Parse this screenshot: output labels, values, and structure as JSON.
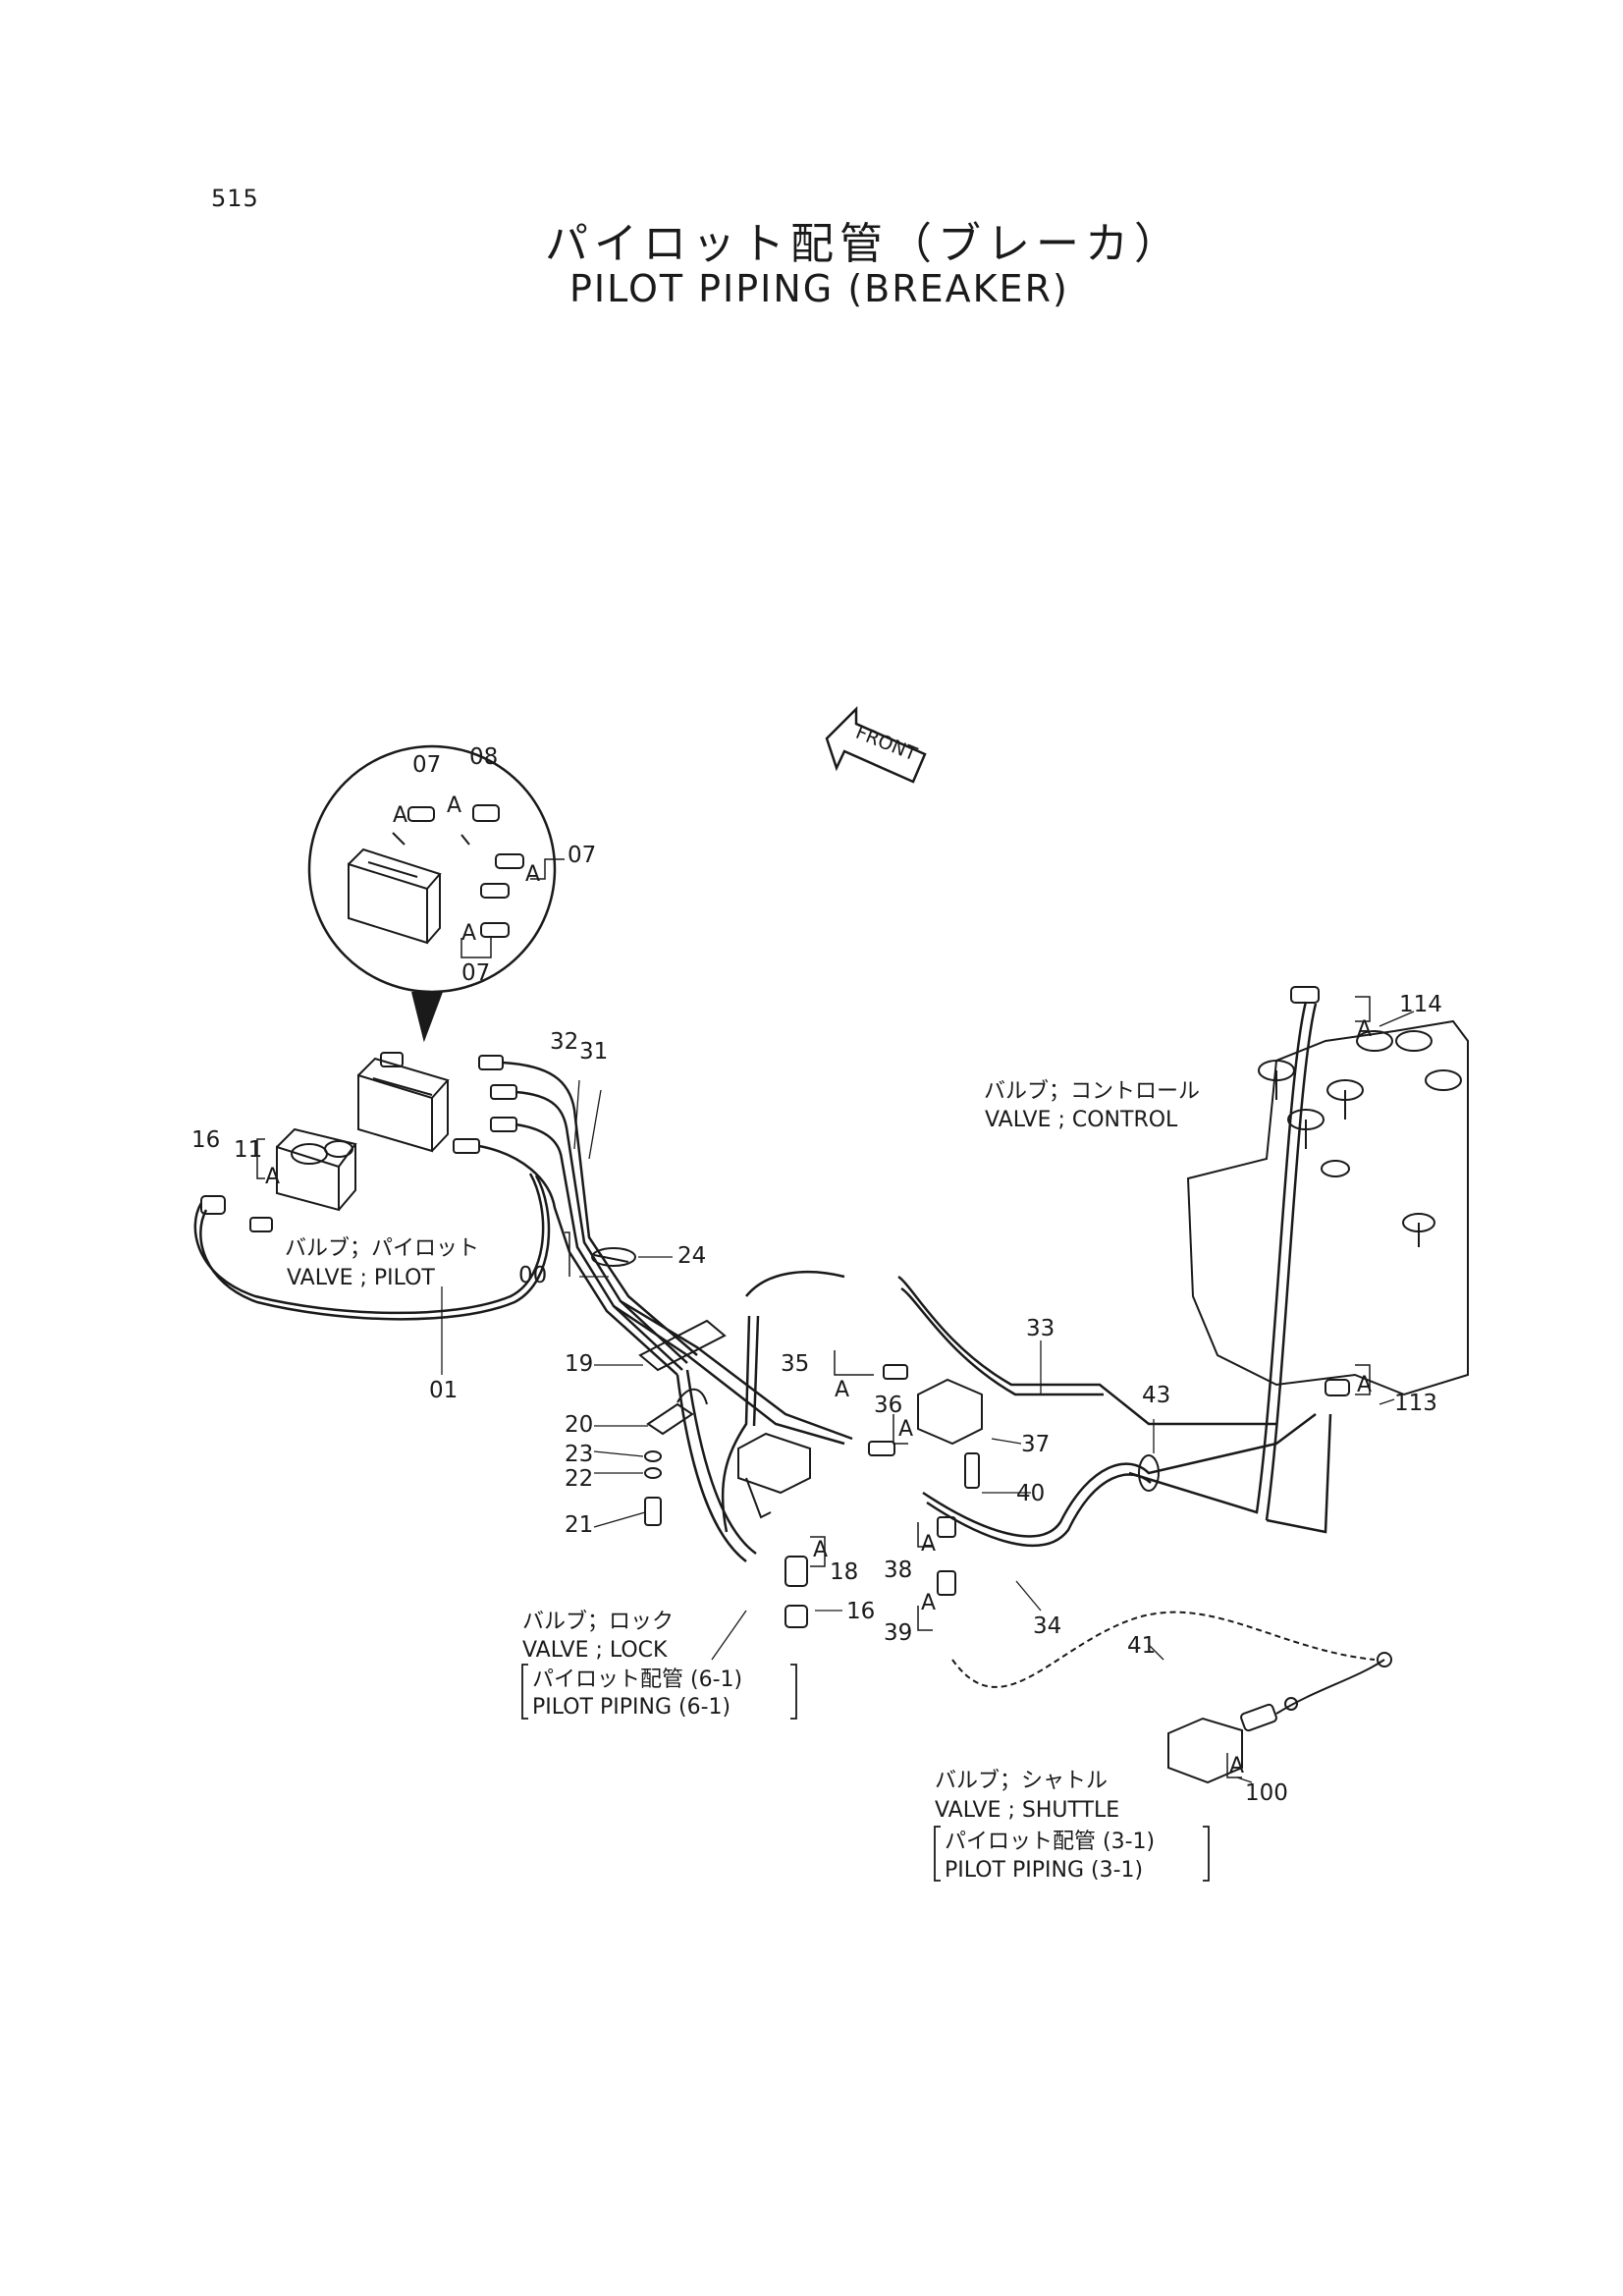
{
  "page_number": "515",
  "title_jp": "パイロット配管（ブレーカ）",
  "title_en": "PILOT PIPING (BREAKER)",
  "front_label": "FRONT",
  "components": {
    "pilot_valve": {
      "jp": "バルブ；パイロット",
      "en": "VALVE ; PILOT"
    },
    "control_valve": {
      "jp": "バルブ；コントロール",
      "en": "VALVE ; CONTROL"
    },
    "lock_valve": {
      "jp": "バルブ；ロック",
      "en": "VALVE ; LOCK",
      "ref_jp": "パイロット配管 (6-1)",
      "ref_en": "PILOT PIPING (6-1)"
    },
    "shuttle_valve": {
      "jp": "バルブ；シャトル",
      "en": "VALVE ; SHUTTLE",
      "ref_jp": "パイロット配管 (3-1)",
      "ref_en": "PILOT PIPING (3-1)"
    }
  },
  "detail_letter": "A",
  "part_numbers": {
    "p07a": "07",
    "p08": "08",
    "p07b": "07",
    "p07c": "07",
    "p32": "32",
    "p31": "31",
    "p114": "114",
    "p16a": "16",
    "p11": "11",
    "p24": "24",
    "p00": "00",
    "p01": "01",
    "p19": "19",
    "p20": "20",
    "p23": "23",
    "p22": "22",
    "p21": "21",
    "p35": "35",
    "p36": "36",
    "p33": "33",
    "p43": "43",
    "p37": "37",
    "p40": "40",
    "p113": "113",
    "p18": "18",
    "p16b": "16",
    "p38": "38",
    "p39": "39",
    "p34": "34",
    "p41": "41",
    "p100": "100"
  }
}
